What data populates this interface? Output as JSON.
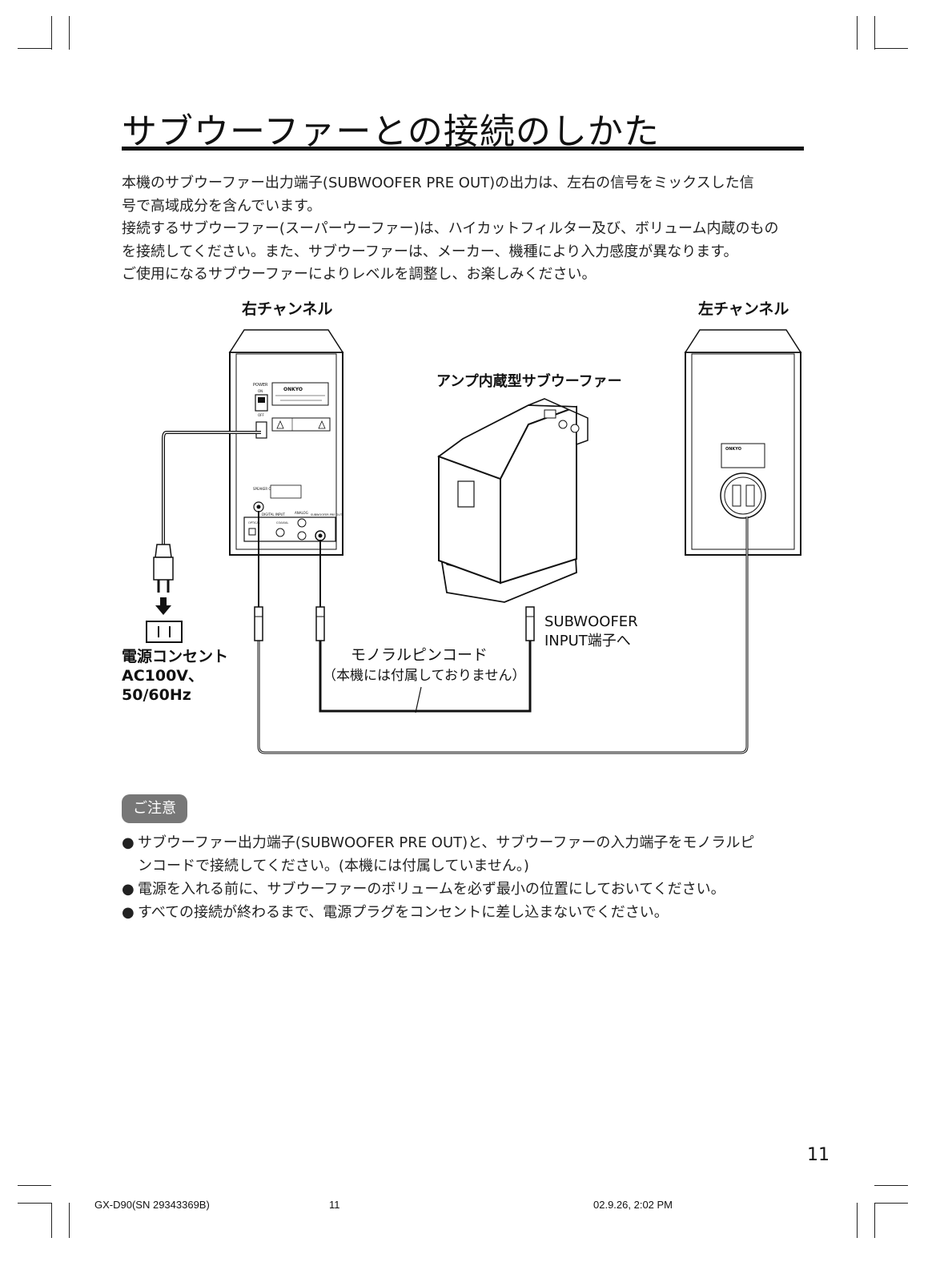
{
  "title": "サブウーファーとの接続のしかた",
  "intro": [
    "本機のサブウーファー出力端子(SUBWOOFER PRE OUT)の出力は、左右の信号をミックスした信",
    "号で高域成分を含んでいます。",
    "接続するサブウーファー(スーパーウーファー)は、ハイカットフィルター及び、ボリューム内蔵のもの",
    "を接続してください。また、サブウーファーは、メーカー、機種により入力感度が異なります。",
    "ご使用になるサブウーファーによりレベルを調整し、お楽しみください。"
  ],
  "diagram": {
    "right_channel": "右チャンネル",
    "left_channel": "左チャンネル",
    "subwoofer": "アンプ内蔵型サブウーファー",
    "power_outlet": [
      "電源コンセント",
      "AC100V、",
      "50/60Hz"
    ],
    "subwoofer_input": [
      "SUBWOOFER",
      "INPUT端子へ"
    ],
    "cord": "モノラルピンコード",
    "cord_note": "（本機には付属しておりません）",
    "panel": {
      "power": "POWER",
      "on": "ON",
      "off": "OFF",
      "brand": "ONKYO",
      "speaker_output": "SPEAKER OUTPUT",
      "digital_input": "DIGITAL INPUT",
      "analog": "ANALOG",
      "subwoofer_pre_out": "SUBWOOFER PRE OUT",
      "optical": "OPTICAL",
      "coaxial": "COAXIAL"
    }
  },
  "notice": {
    "badge": "ご注意",
    "bullet": "●",
    "items": [
      [
        "サブウーファー出力端子(SUBWOOFER PRE OUT)と、サブウーファーの入力端子をモノラルピ",
        "ンコードで接続してください。(本機には付属していません。)"
      ],
      [
        "電源を入れる前に、サブウーファーのボリュームを必ず最小の位置にしておいてください。"
      ],
      [
        "すべての接続が終わるまで、電源プラグをコンセントに差し込まないでください。"
      ]
    ]
  },
  "page_number": "11",
  "footer": {
    "left": "GX-D90(SN 29343369B)",
    "center": "11",
    "right": "02.9.26, 2:02 PM"
  }
}
